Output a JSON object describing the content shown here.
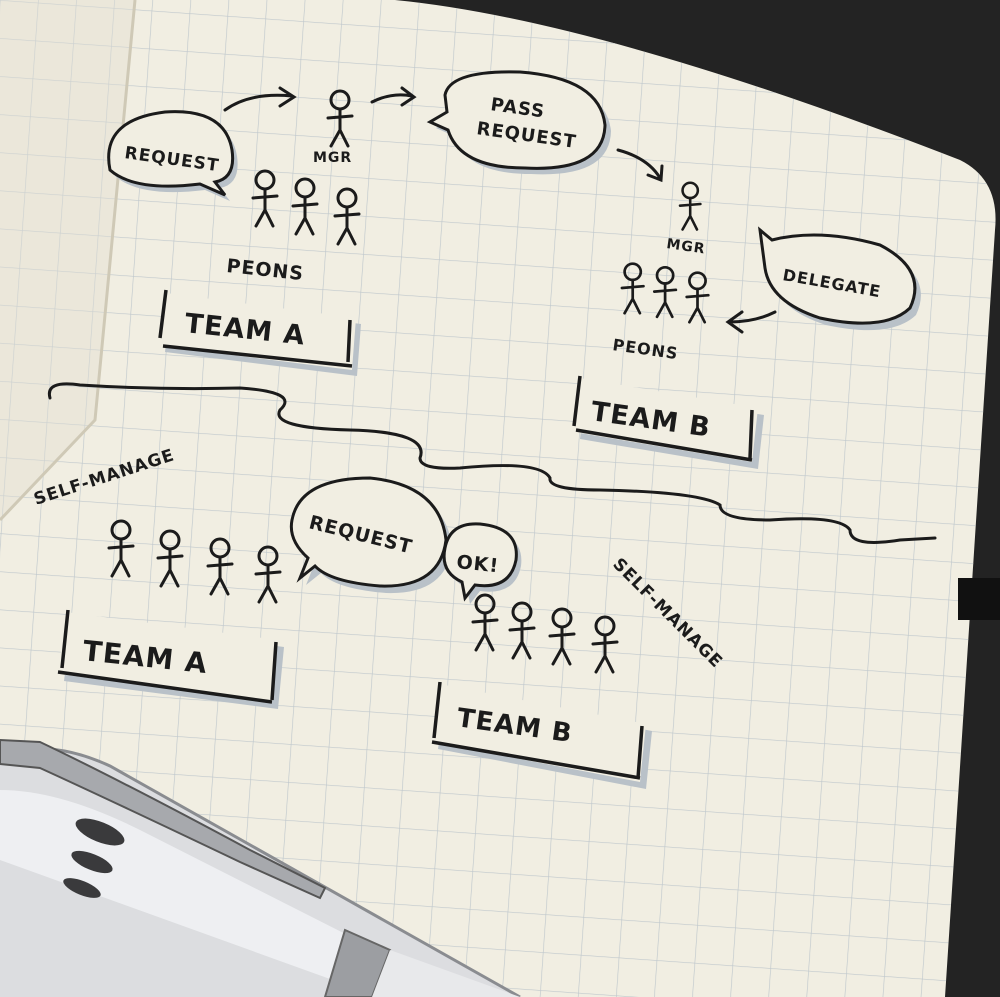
{
  "colors": {
    "paper": "#f1eee2",
    "grid": "#bfc7cc",
    "ink": "#1b1b1b",
    "shadow": "#b9c1c8",
    "wood": "#6b4a30",
    "pen_body": "#dcdde0"
  },
  "top_scene": {
    "team_a": {
      "request_bubble": "REQUEST",
      "manager": "MGR",
      "peons": "PEONS",
      "team_box": "TEAM A"
    },
    "pass_bubble_line1": "PASS",
    "pass_bubble_line2": "REQUEST",
    "team_b": {
      "manager": "MGR",
      "delegate_bubble": "DELEGATE",
      "peons": "PEONS",
      "team_box": "TEAM B"
    }
  },
  "bottom_scene": {
    "team_a": {
      "self_manage": "SELF-MANAGE",
      "request_bubble": "REQUEST",
      "team_box": "TEAM A"
    },
    "team_b": {
      "ok_bubble": "OK!",
      "self_manage": "SELF-MANAGE",
      "team_box": "TEAM B"
    }
  },
  "icons": {
    "pen": "ballpoint-pen-icon"
  }
}
